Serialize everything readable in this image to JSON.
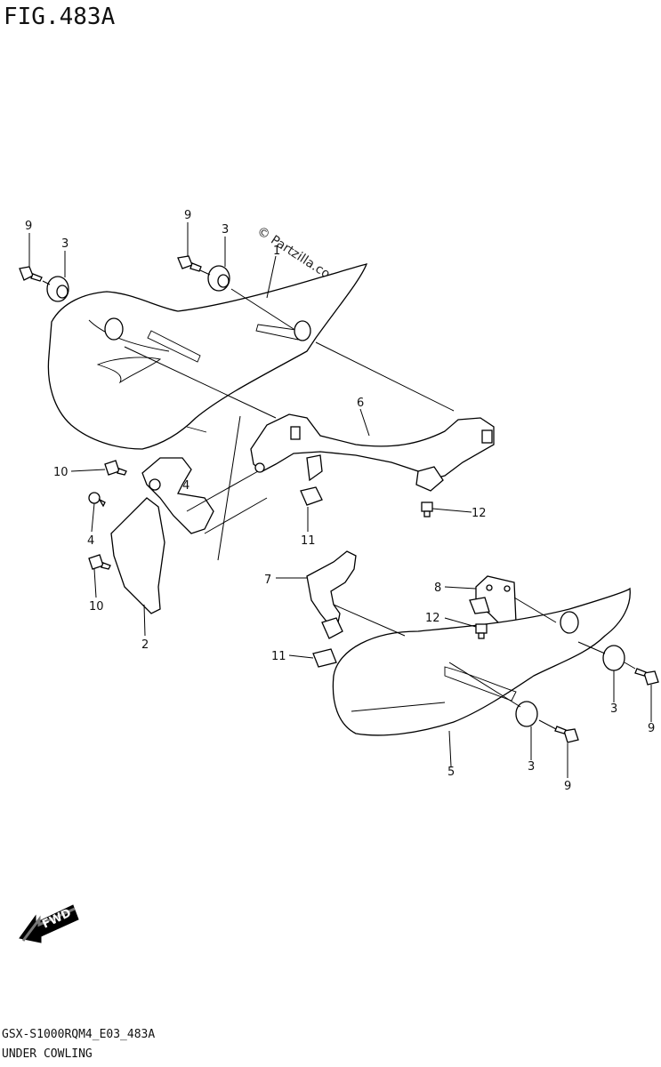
{
  "figure": {
    "title": "FIG.483A"
  },
  "watermark": "© Partzilla.com",
  "direction_arrow": "FWD",
  "callouts": [
    {
      "id": "c9a",
      "label": "9"
    },
    {
      "id": "c3a",
      "label": "3"
    },
    {
      "id": "c9b",
      "label": "9"
    },
    {
      "id": "c3b",
      "label": "3"
    },
    {
      "id": "c1",
      "label": "1"
    },
    {
      "id": "c6",
      "label": "6"
    },
    {
      "id": "c10a",
      "label": "10"
    },
    {
      "id": "c4a",
      "label": "4"
    },
    {
      "id": "c4b",
      "label": "4"
    },
    {
      "id": "c12a",
      "label": "12"
    },
    {
      "id": "c11a",
      "label": "11"
    },
    {
      "id": "c10b",
      "label": "10"
    },
    {
      "id": "c2",
      "label": "2"
    },
    {
      "id": "c7",
      "label": "7"
    },
    {
      "id": "c8",
      "label": "8"
    },
    {
      "id": "c12b",
      "label": "12"
    },
    {
      "id": "c11b",
      "label": "11"
    },
    {
      "id": "c3c",
      "label": "3"
    },
    {
      "id": "c9c",
      "label": "9"
    },
    {
      "id": "c5",
      "label": "5"
    },
    {
      "id": "c3d",
      "label": "3"
    },
    {
      "id": "c9d",
      "label": "9"
    }
  ],
  "footer": {
    "model_code": "GSX-S1000RQM4_E03_483A",
    "section_name": "UNDER COWLING"
  }
}
